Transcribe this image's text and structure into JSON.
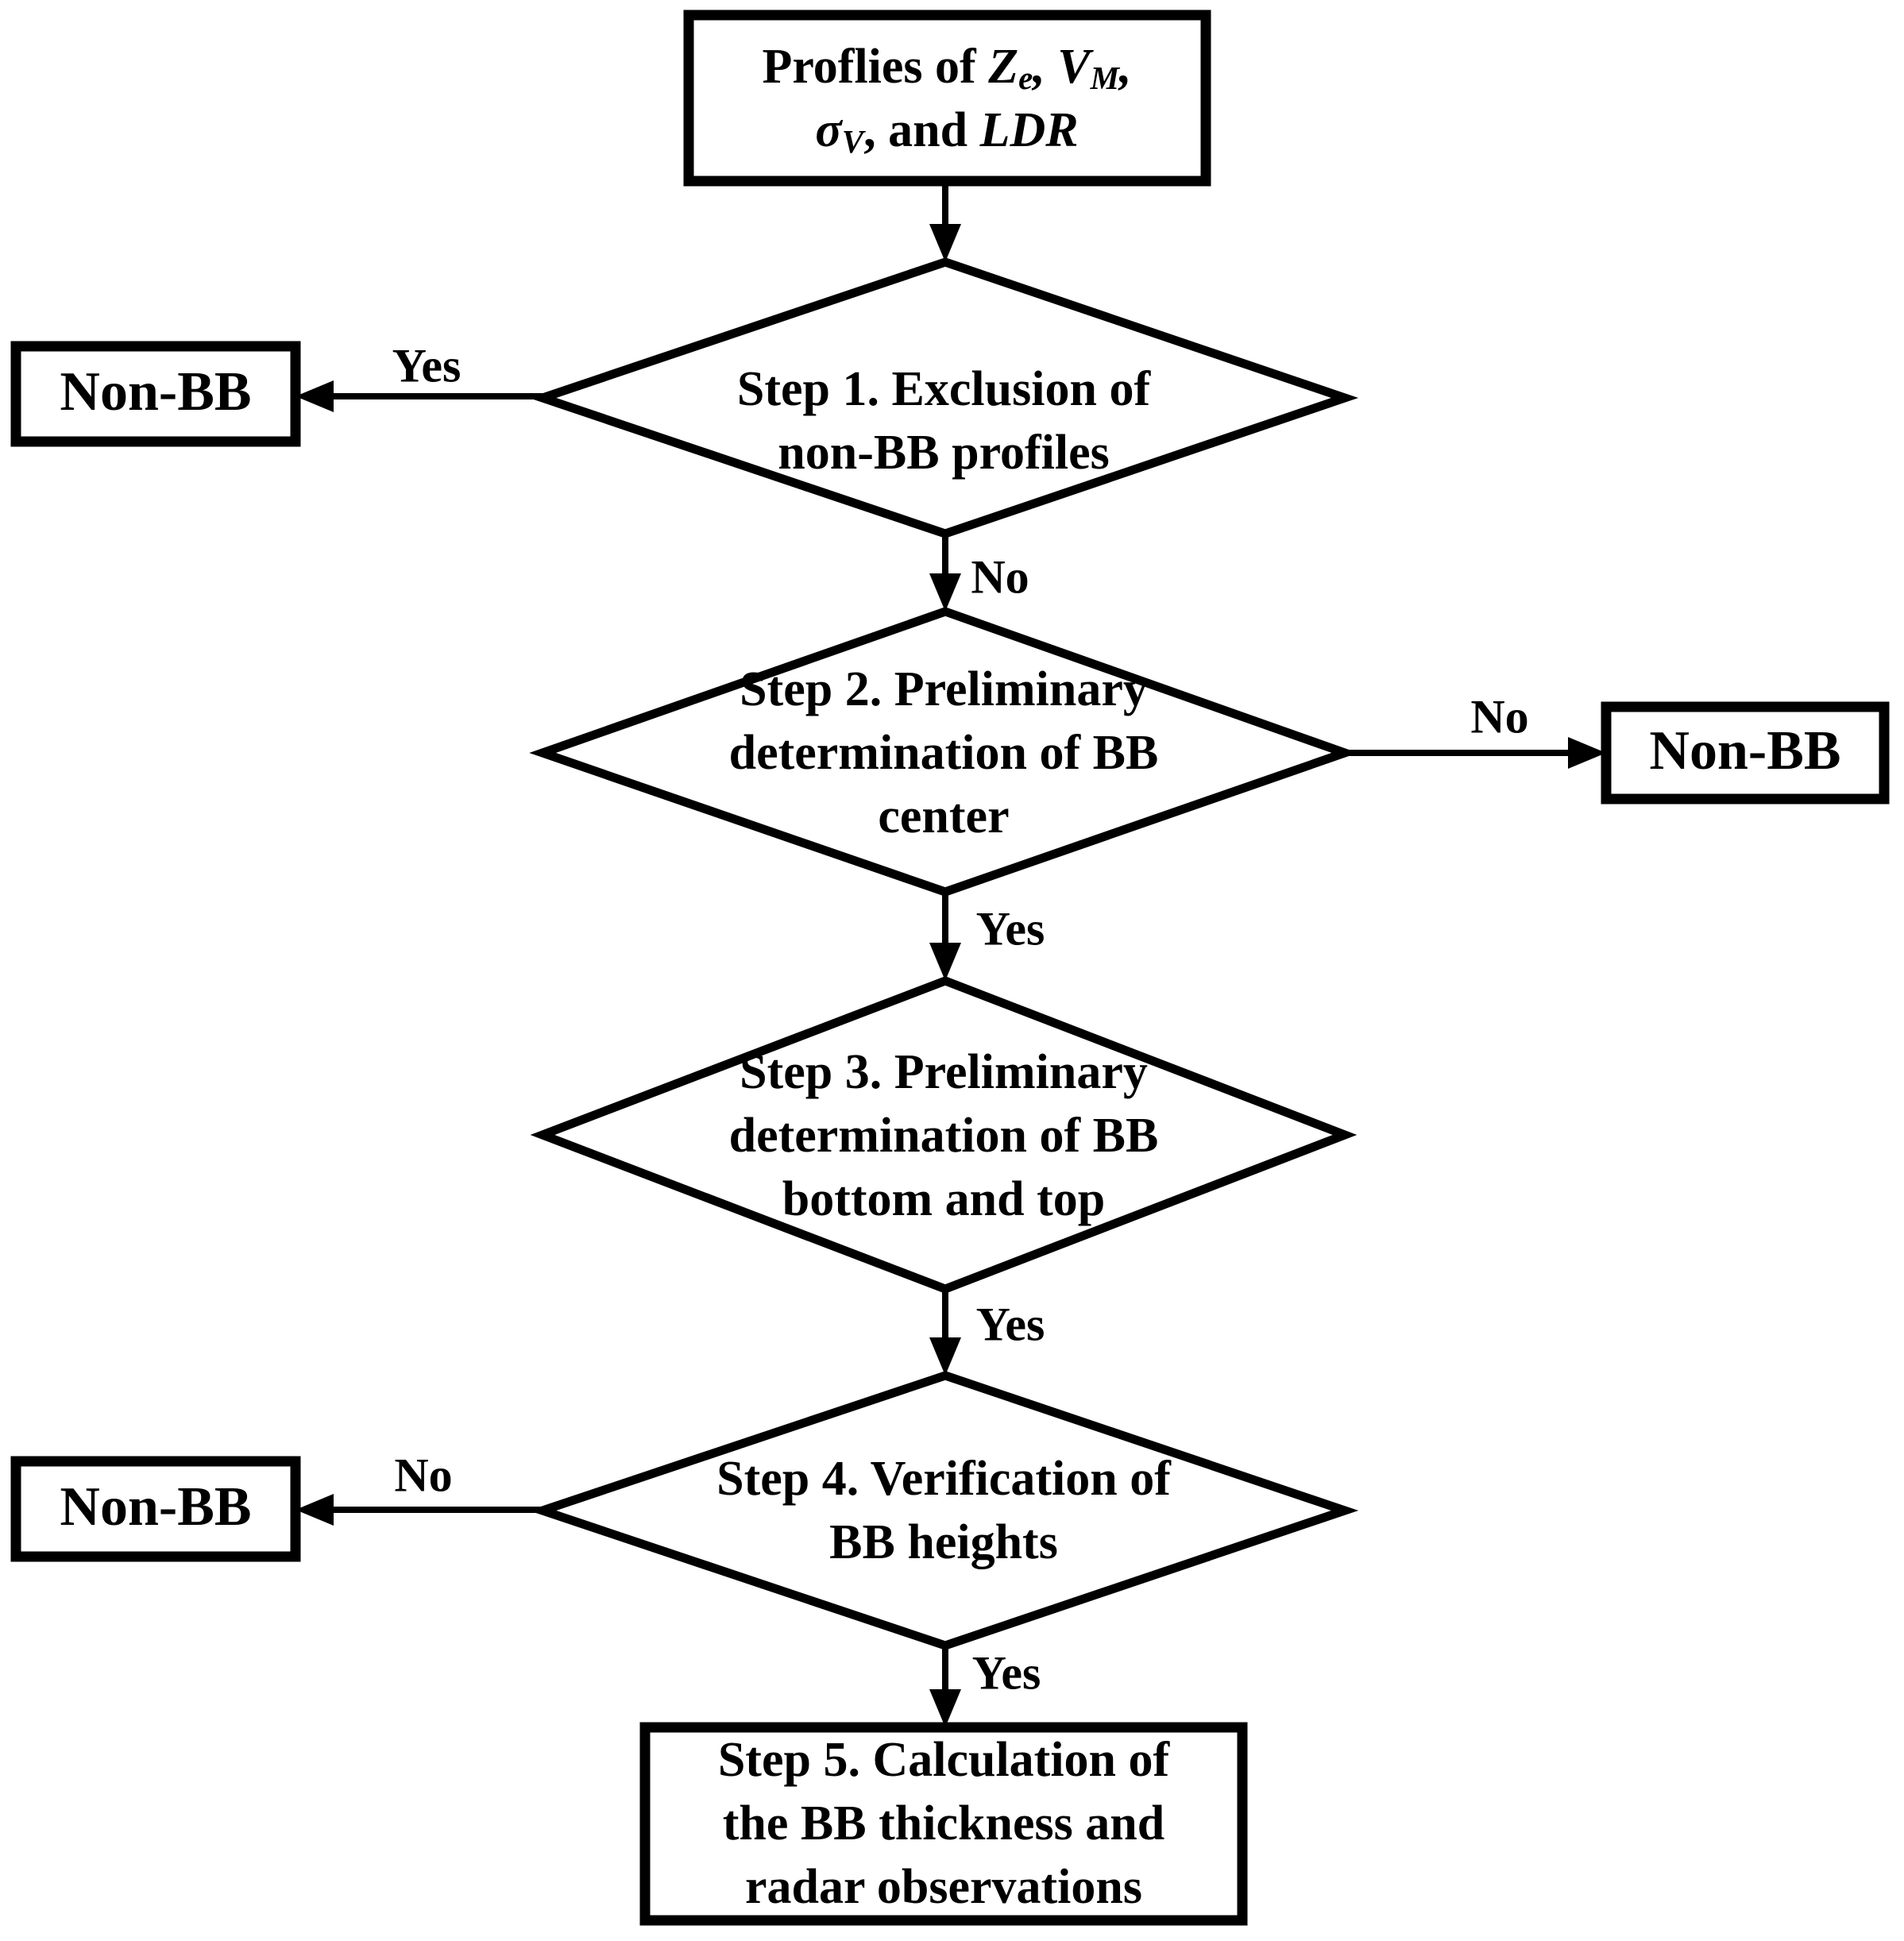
{
  "figure": {
    "background_color": "#ffffff",
    "line_color": "#000000",
    "type": "flowchart"
  },
  "start_box": {
    "prefix": "Proflies of ",
    "var1": "Z",
    "var1_sub": "e",
    "sep1": ", ",
    "var2": "V",
    "var2_sub": "M",
    "sep2": ",",
    "var3": "σ",
    "var3_sub": "V",
    "sep3": ", and ",
    "var4": "LDR"
  },
  "decisions": {
    "step1": {
      "line1": "Step 1. Exclusion of",
      "line2": "non-BB profiles"
    },
    "step2": {
      "line1": "Step 2. Preliminary",
      "line2": "determination of BB",
      "line3": "center"
    },
    "step3": {
      "line1": "Step 3. Preliminary",
      "line2": "determination of BB",
      "line3": "bottom and top"
    },
    "step4": {
      "line1": "Step 4. Verification of",
      "line2": "BB heights"
    }
  },
  "end_box": {
    "line1": "Step 5. Calculation of",
    "line2": "the BB thickness and",
    "line3": "radar observations"
  },
  "terminals": {
    "left1": "Non-BB",
    "right": "Non-BB",
    "left2": "Non-BB"
  },
  "edge_labels": {
    "step1_yes": "Yes",
    "step1_no": "No",
    "step2_no": "No",
    "step2_yes": "Yes",
    "step3_yes": "Yes",
    "step4_no": "No",
    "step4_yes": "Yes"
  }
}
